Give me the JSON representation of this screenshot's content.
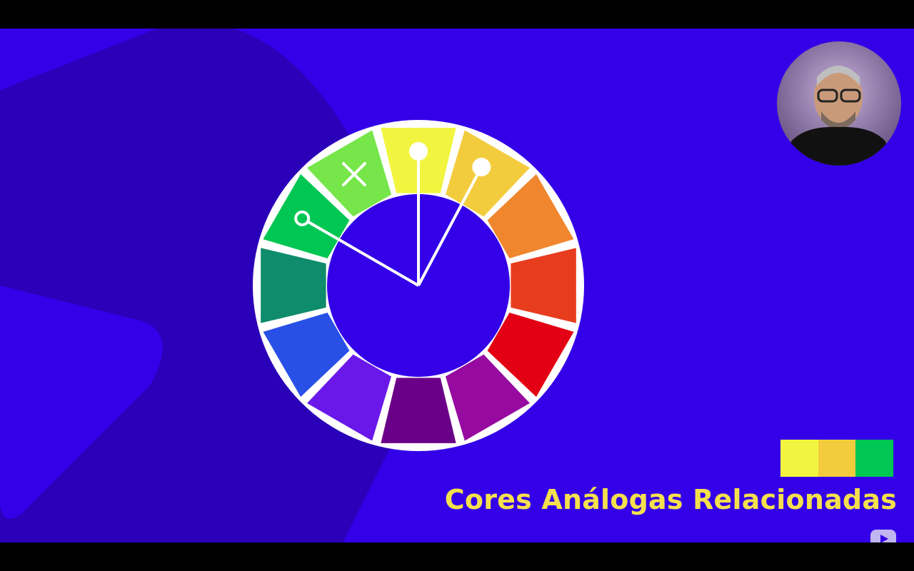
{
  "video": {
    "title": "Cores Análogas Relacionadas"
  },
  "colors": {
    "background": "#3300e8",
    "background_shape": "#2a00b8",
    "title_text": "#f4e04d",
    "ring_outline": "#ffffff"
  },
  "color_wheel": {
    "segments": [
      {
        "name": "yellow",
        "color": "#f2f53f"
      },
      {
        "name": "yellow-orange",
        "color": "#f3cc3e"
      },
      {
        "name": "orange",
        "color": "#f0862d"
      },
      {
        "name": "red-orange",
        "color": "#e83c1f"
      },
      {
        "name": "red",
        "color": "#e30014"
      },
      {
        "name": "red-violet",
        "color": "#960aa0"
      },
      {
        "name": "violet",
        "color": "#6b0088"
      },
      {
        "name": "blue-violet",
        "color": "#6a18ea"
      },
      {
        "name": "blue",
        "color": "#2850e6"
      },
      {
        "name": "blue-green",
        "color": "#0e8c6c"
      },
      {
        "name": "green",
        "color": "#00c653"
      },
      {
        "name": "yellow-green",
        "color": "#76e64a"
      }
    ],
    "selector_markers": [
      "yellow",
      "yellow-orange",
      "green"
    ],
    "excluded_marker": "yellow-green"
  },
  "palette_swatches": [
    {
      "color": "#f2f53f"
    },
    {
      "color": "#f3cc3e"
    },
    {
      "color": "#00c653"
    }
  ],
  "icons": {
    "webcam": "presenter-webcam",
    "brand": "play-logo-icon"
  }
}
